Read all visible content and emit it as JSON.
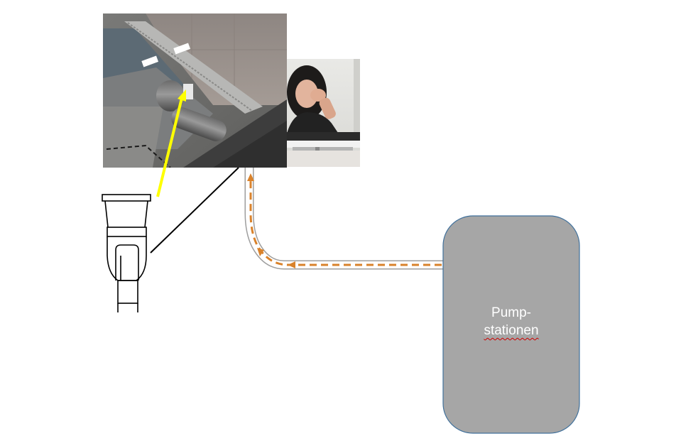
{
  "pump_station": {
    "label_line1": "Pump-",
    "label_line2": "stationen",
    "fill_color": "#a6a6a6",
    "border_color": "#41719c",
    "text_color": "#ffffff"
  },
  "flow_arrow": {
    "color": "#d9822b"
  },
  "indicator_arrow": {
    "color": "#ffff00"
  },
  "photos": {
    "drain_render": "shower-drain-render-image",
    "smell_photo": "woman-holding-nose-image"
  }
}
